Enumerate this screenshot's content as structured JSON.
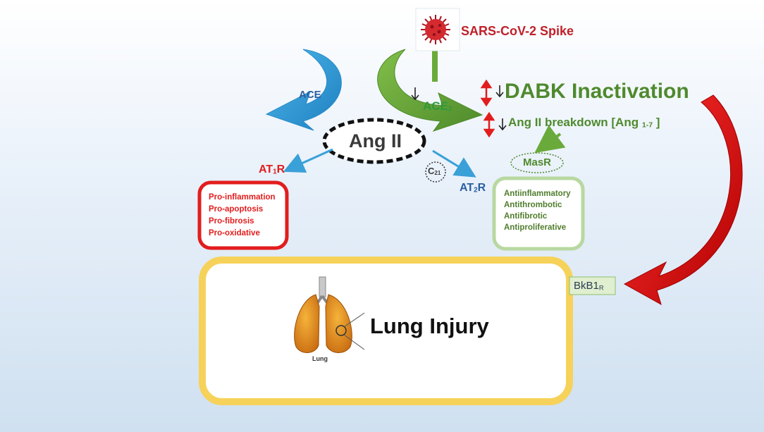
{
  "virus": {
    "label": "SARS-CoV-2 Spike",
    "icon": "coronavirus-icon"
  },
  "ace": {
    "label": "ACE"
  },
  "ace2": {
    "label": "ACE",
    "sub": "2"
  },
  "dabk": {
    "label": "DABK Inactivation"
  },
  "ang_breakdown": {
    "label": "Ang II breakdown [Ang ",
    "sub": "1-7",
    "suffix": " ]"
  },
  "ang_ii": {
    "label": "Ang II"
  },
  "at1r": {
    "label": "AT",
    "sub": "1",
    "suffix": "R"
  },
  "at2r": {
    "label": "AT",
    "sub": "2",
    "suffix": "R"
  },
  "masr": {
    "label": "MasR"
  },
  "c21": {
    "label": "C",
    "sub": "21"
  },
  "bkb1r": {
    "label": "BkB1",
    "sub": "R"
  },
  "at1r_effects": [
    "Pro-inflammation",
    "Pro-apoptosis",
    "Pro-fibrosis",
    "Pro-oxidative"
  ],
  "at2r_effects": [
    "Antiinflammatory",
    "Antithrombotic",
    "Antifibrotic",
    "Antiproliferative"
  ],
  "lung_injury": {
    "label": "Lung Injury",
    "caption": "Lung"
  },
  "colors": {
    "ace_arrow": "#3aa0d8",
    "ace2_arrow": "#6aaa3a",
    "red": "#e21d1d",
    "green_text": "#4f8a2e",
    "lung_box_border": "#f6d25a",
    "at2r_box_border": "#b8d8a0",
    "bkb1r_box": "#e0efd0"
  }
}
